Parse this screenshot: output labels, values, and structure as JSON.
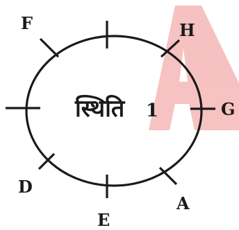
{
  "diagram": {
    "center_text": "स्थिति",
    "center_number": "1",
    "positions": {
      "top": "",
      "left": "",
      "F": "F",
      "H": "H",
      "G": "G",
      "A": "A",
      "E": "E",
      "D": "D"
    }
  },
  "watermark": {
    "color": "#e89a9a"
  }
}
